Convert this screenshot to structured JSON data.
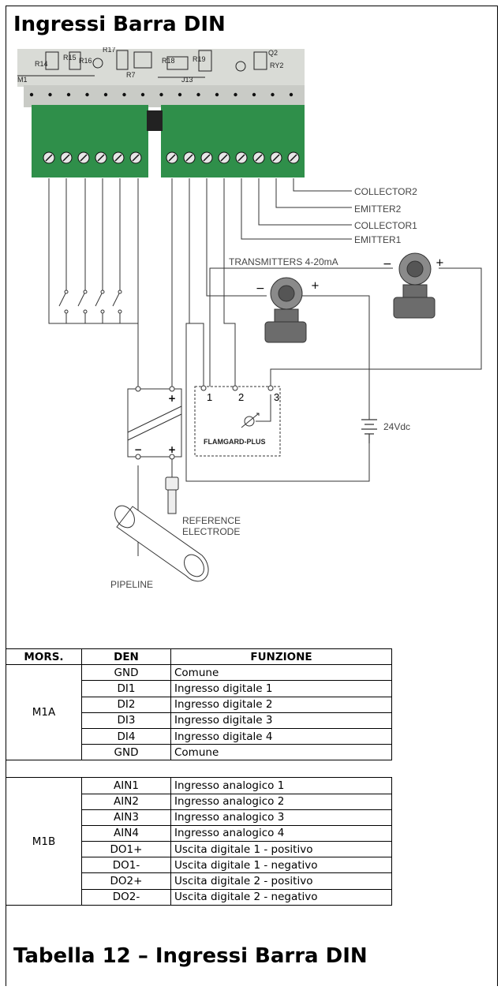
{
  "title": "Ingressi Barra DIN",
  "diagram": {
    "outputs": [
      "COLLECTOR2",
      "EMITTER2",
      "COLLECTOR1",
      "EMITTER1"
    ],
    "transmitters": "TRANSMITTERS 4-20mA",
    "supply": "24Vdc",
    "module": "FLAMGARD-PLUS",
    "module_pins": [
      "1",
      "2",
      "3"
    ],
    "electrode": [
      "REFERENCE",
      "ELECTRODE"
    ],
    "pipeline": "PIPELINE",
    "board_labels": [
      "R14",
      "R15",
      "R16",
      "R17",
      "R18",
      "R19",
      "R7",
      "J13",
      "M1",
      "Q2",
      "RY2"
    ],
    "plus": "+",
    "minus": "−"
  },
  "table": {
    "headers": [
      "MORS.",
      "DEN",
      "FUNZIONE"
    ],
    "groups": [
      {
        "terminal": "M1A",
        "rows": [
          {
            "den": "GND",
            "fn": "Comune"
          },
          {
            "den": "DI1",
            "fn": "Ingresso digitale 1"
          },
          {
            "den": "DI2",
            "fn": "Ingresso digitale 2"
          },
          {
            "den": "DI3",
            "fn": "Ingresso digitale 3"
          },
          {
            "den": "DI4",
            "fn": "Ingresso digitale 4"
          },
          {
            "den": "GND",
            "fn": "Comune"
          }
        ]
      },
      {
        "terminal": "M1B",
        "rows": [
          {
            "den": "AIN1",
            "fn": "Ingresso analogico 1"
          },
          {
            "den": "AIN2",
            "fn": "Ingresso analogico 2"
          },
          {
            "den": "AIN3",
            "fn": "Ingresso analogico 3"
          },
          {
            "den": "AIN4",
            "fn": "Ingresso analogico 4"
          },
          {
            "den": "DO1+",
            "fn": "Uscita digitale 1 - positivo"
          },
          {
            "den": "DO1-",
            "fn": "Uscita digitale 1 - negativo"
          },
          {
            "den": "DO2+",
            "fn": "Uscita digitale 2 - positivo"
          },
          {
            "den": "DO2-",
            "fn": "Uscita digitale 2 - negativo"
          }
        ]
      }
    ]
  },
  "caption": "Tabella 12 – Ingressi Barra DIN"
}
